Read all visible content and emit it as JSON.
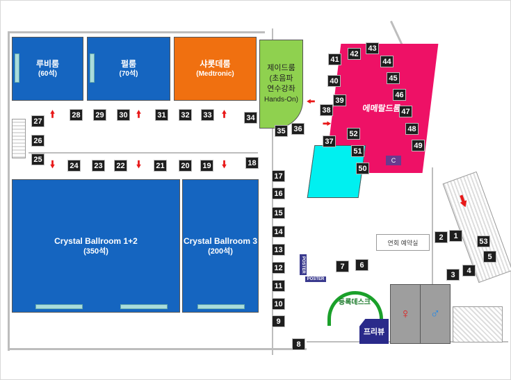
{
  "rooms": {
    "ruby": {
      "name": "루비룸",
      "cap": "(60석)",
      "color": "#1565c0"
    },
    "pearl": {
      "name": "펄룸",
      "cap": "(70석)",
      "color": "#1565c0"
    },
    "sharlotte": {
      "name": "샤롯데룸",
      "cap": "(Medtronic)",
      "color": "#f07010"
    },
    "jade": {
      "name": "제이드룸",
      "l2": "(초음파",
      "l3": "연수강좌",
      "l4": "Hands-On)",
      "color": "#8fd14f"
    },
    "emerald": {
      "name": "에메랄드룸",
      "color": "#ee1166"
    },
    "crystal12": {
      "name": "Crystal Ballroom 1+2",
      "cap": "(350석)",
      "color": "#1565c0"
    },
    "crystal3": {
      "name": "Crystal Ballroom 3",
      "cap": "(200석)",
      "color": "#1565c0"
    },
    "cyan_room": {
      "color": "#00f0f0"
    }
  },
  "labels": {
    "registration": "등록데스크",
    "preview": "프리뷰",
    "reservation": "연회 예약실",
    "poster": "POSTER",
    "c_mark": "C"
  },
  "booths": [
    "1",
    "2",
    "3",
    "4",
    "5",
    "6",
    "7",
    "8",
    "9",
    "10",
    "11",
    "12",
    "13",
    "14",
    "15",
    "16",
    "17",
    "18",
    "19",
    "20",
    "21",
    "22",
    "23",
    "24",
    "25",
    "26",
    "27",
    "28",
    "29",
    "30",
    "31",
    "32",
    "33",
    "34",
    "35",
    "36",
    "37",
    "38",
    "39",
    "40",
    "41",
    "42",
    "43",
    "44",
    "45",
    "46",
    "47",
    "48",
    "49",
    "50",
    "51",
    "52",
    "53"
  ]
}
